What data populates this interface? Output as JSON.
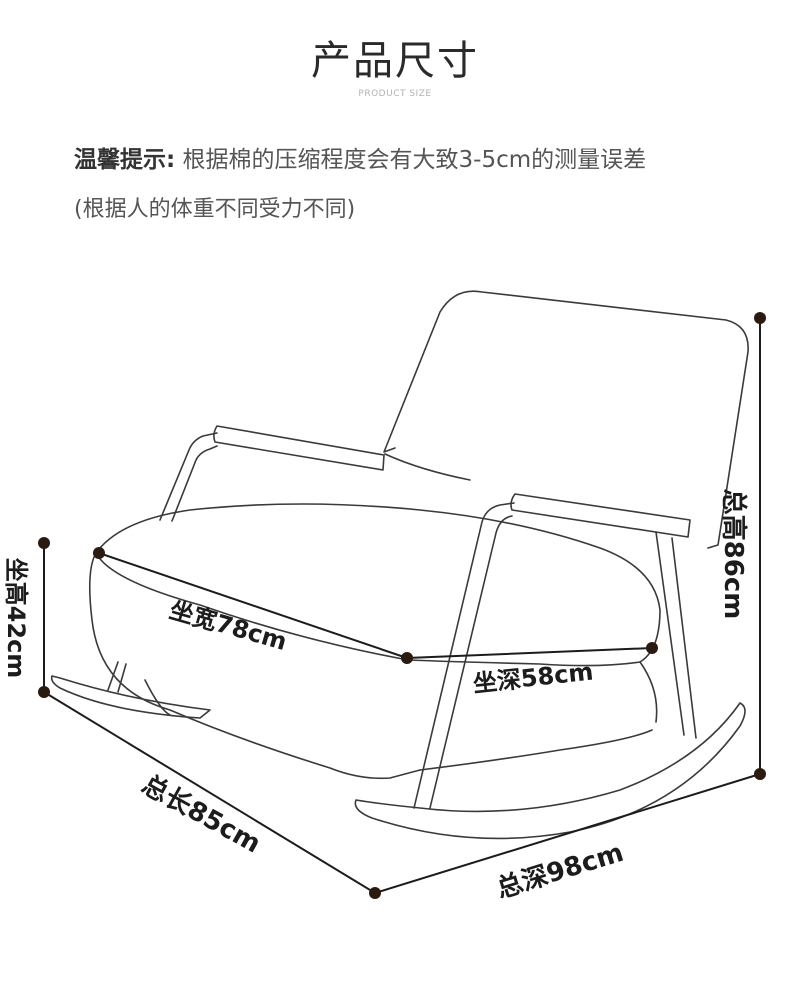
{
  "header": {
    "title": "产品尺寸",
    "subtitle": "PRODUCT SIZE"
  },
  "notice": {
    "label": "温馨提示:",
    "text": "根据棉的压缩程度会有大致3-5cm的测量误差",
    "note": "(根据人的体重不同受力不同)"
  },
  "dimensions": {
    "seat_width": "坐宽78cm",
    "seat_depth": "坐深58cm",
    "seat_height": "坐高42cm",
    "total_length": "总长85cm",
    "total_depth": "总深98cm",
    "total_height": "总高86cm"
  },
  "colors": {
    "line": "#1c1c1c",
    "marker": "#2b1a10",
    "outline": "#3a3a3a"
  }
}
